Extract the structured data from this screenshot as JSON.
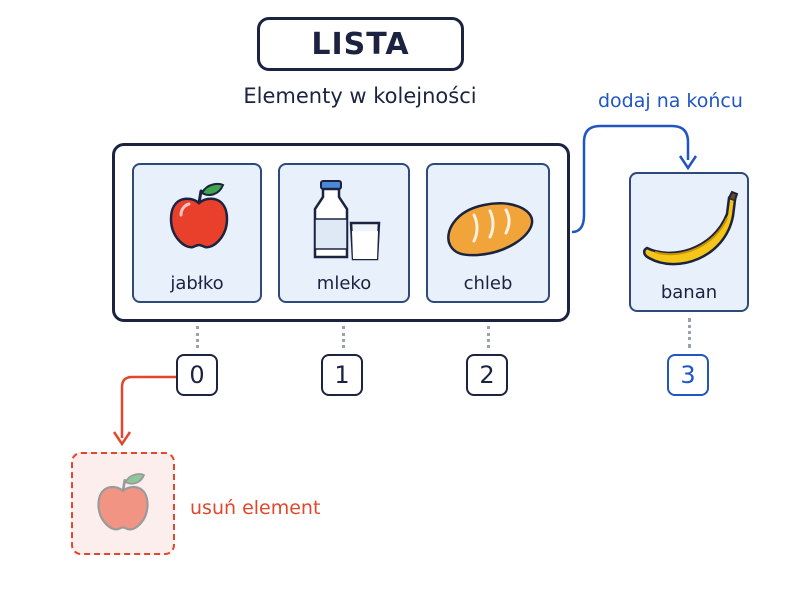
{
  "title": "LISTA",
  "subtitle": "Elementy w kolejności",
  "items": [
    {
      "label": "jabłko",
      "icon": "apple-icon",
      "index": "0"
    },
    {
      "label": "mleko",
      "icon": "milk-icon",
      "index": "1"
    },
    {
      "label": "chleb",
      "icon": "bread-icon",
      "index": "2"
    }
  ],
  "appended": {
    "label": "banan",
    "icon": "banana-icon",
    "index": "3"
  },
  "actions": {
    "add_label": "dodaj na końcu",
    "remove_label": "usuń element"
  },
  "colors": {
    "dark": "#1b2340",
    "card_fill": "#e8f0fb",
    "add_accent": "#1f56c4",
    "remove_accent": "#e2472c"
  }
}
